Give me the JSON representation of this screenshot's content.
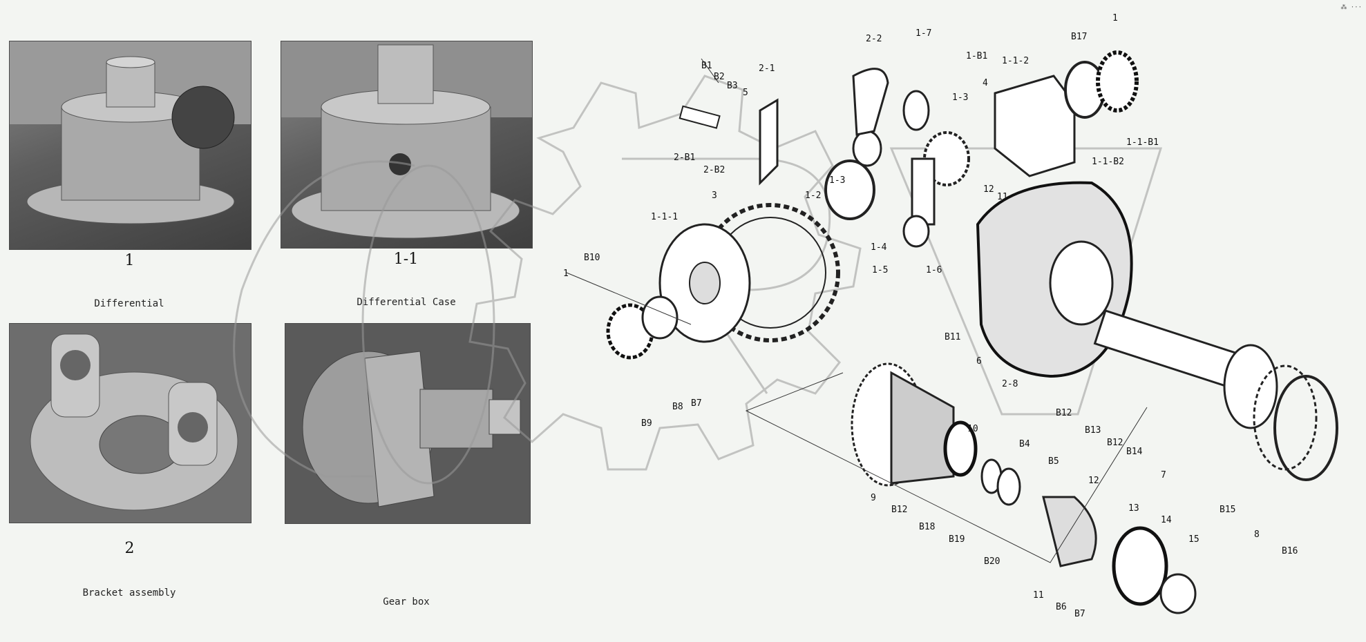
{
  "photos": [
    {
      "number": "1",
      "caption": "Differential"
    },
    {
      "number": "1-1",
      "caption": "Differential Case"
    },
    {
      "number": "2",
      "caption": "Bracket assembly"
    },
    {
      "number": "",
      "caption": "Gear box"
    }
  ],
  "callouts": [
    "1",
    "2-2",
    "1-7",
    "1-B1",
    "1-1-2",
    "B17",
    "1",
    "B1",
    "B2",
    "B3",
    "5",
    "2-1",
    "1-3",
    "4",
    "2-B1",
    "2-B2",
    "1-1-B1",
    "1-1-B2",
    "3",
    "1-3",
    "1-2",
    "12",
    "11",
    "1-1-1",
    "1-4",
    "1-5",
    "1-6",
    "B10",
    "1",
    "B11",
    "6",
    "2-8",
    "B9",
    "B8",
    "B7",
    "B12",
    "B13",
    "B12",
    "B14",
    "7",
    "10",
    "B4",
    "B5",
    "12",
    "9",
    "B12",
    "B18",
    "B19",
    "B20",
    "13",
    "14",
    "15",
    "11",
    "B6",
    "B7",
    "B15",
    "8",
    "B16"
  ],
  "corner_mark": "⁂ ···"
}
